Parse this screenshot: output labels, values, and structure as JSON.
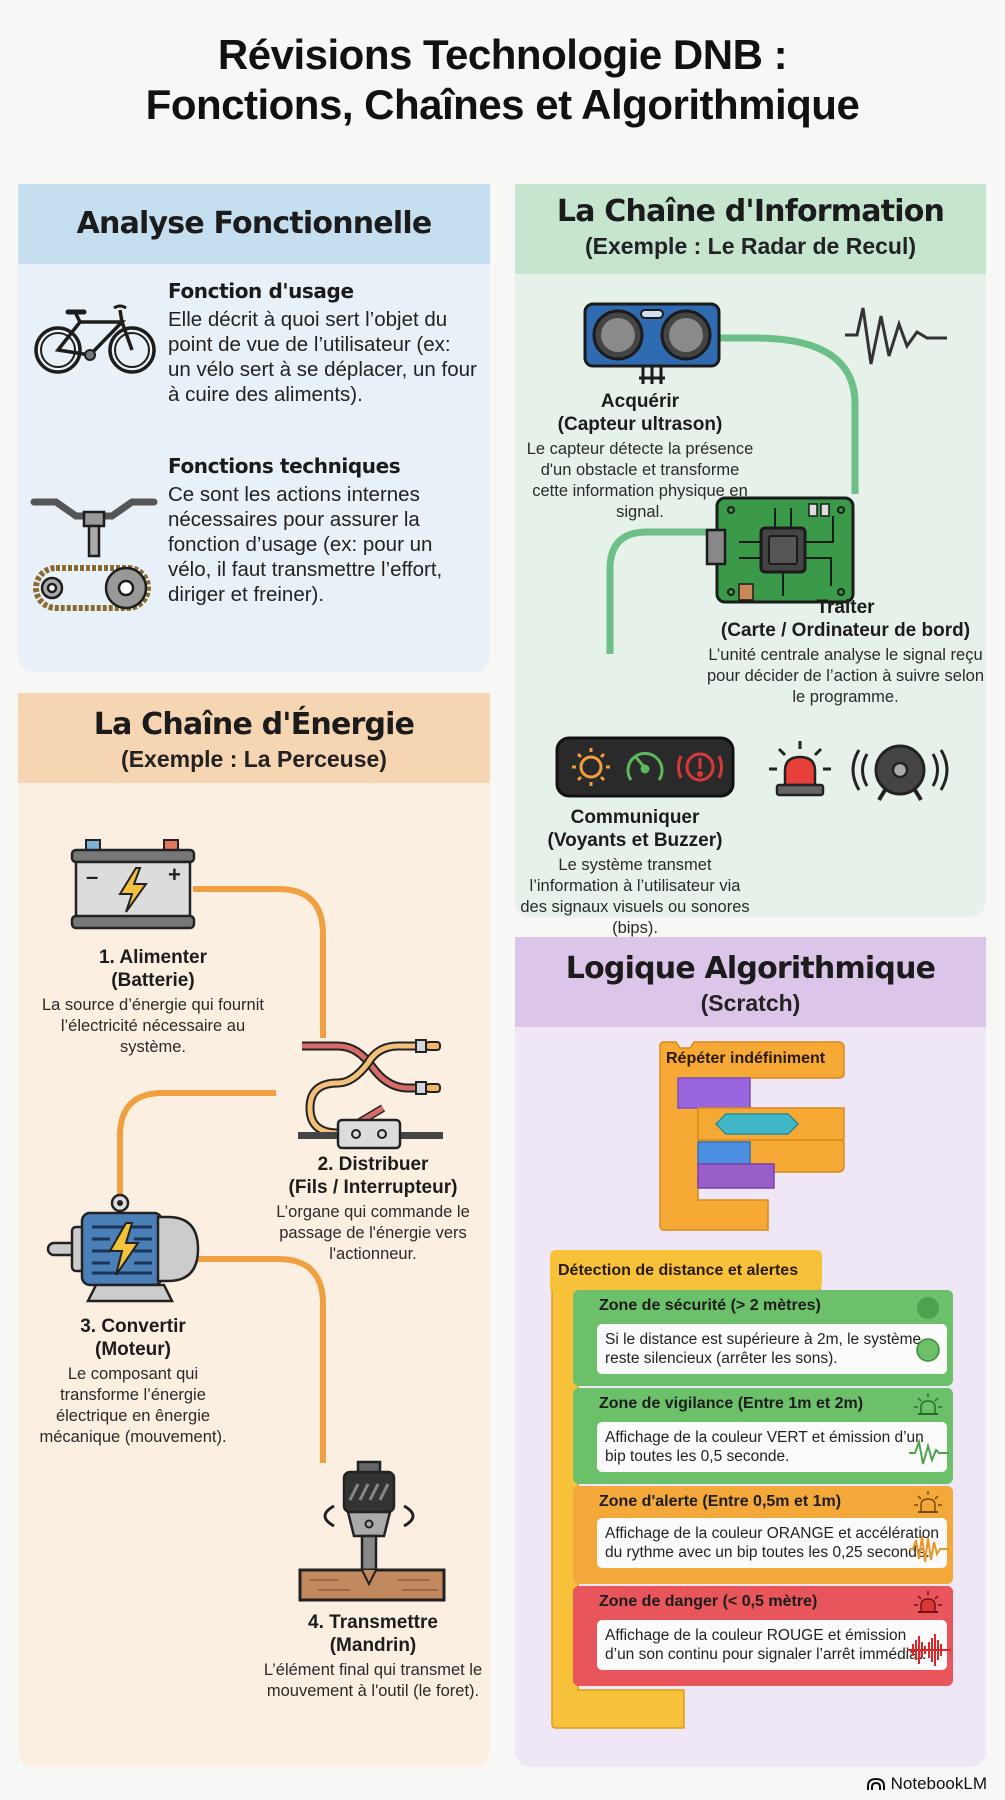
{
  "title": {
    "line1": "Révisions Technologie DNB :",
    "line2": "Fonctions, Chaînes et Algorithmique"
  },
  "analyse": {
    "heading": "Analyse Fonctionnelle",
    "items": [
      {
        "icon": "bicycle-icon",
        "title": "Fonction d'usage",
        "text": "Elle décrit à quoi sert l’objet du point de vue de l’utilisateur (ex: un vélo sert à se déplacer, un four à cuire des aliments)."
      },
      {
        "icon": "handlebar-chain-icon",
        "title": "Fonctions techniques",
        "text": "Ce sont les actions internes nécessaires pour assurer la fonction d’usage (ex: pour un vélo, il faut transmettre l’effort, diriger et freiner)."
      }
    ]
  },
  "energie": {
    "heading": "La Chaîne d'Énergie",
    "subheading": "(Exemple : La Perceuse)",
    "line_color": "#f0a040",
    "steps": [
      {
        "icon": "battery-icon",
        "title": "1. Alimenter",
        "subtitle": "(Batterie)",
        "text": "La source d’énergie qui fournit l’électricité nécessaire au système."
      },
      {
        "icon": "wires-switch-icon",
        "title": "2. Distribuer",
        "subtitle": "(Fils / Interrupteur)",
        "text": "L’organe qui commande le passage de l'énergie vers l'actionneur."
      },
      {
        "icon": "motor-icon",
        "title": "3. Convertir",
        "subtitle": "(Moteur)",
        "text": "Le composant qui transforme l’énergie électrique en ênergie mécanique (mouvement)."
      },
      {
        "icon": "drill-chuck-icon",
        "title": "4. Transmettre",
        "subtitle": "(Mandrin)",
        "text": "L’élément final qui transmet le mouvement à l'outil (le foret)."
      }
    ]
  },
  "information": {
    "heading": "La Chaîne d'Information",
    "subheading": "(Exemple : Le Radar de Recul)",
    "line_color": "#6cbf86",
    "steps": [
      {
        "icon": "ultrasonic-sensor-icon",
        "title": "Acquérir",
        "subtitle": "(Capteur ultrason)",
        "text": "Le capteur détecte la présence d'un obstacle et transforme cette information physique en signal."
      },
      {
        "icon": "circuit-board-icon",
        "title": "Traiter",
        "subtitle": "(Carte / Ordinateur de bord)",
        "text": "L’unité centrale analyse le signal reçu pour décider de l’action à suivre selon le programme."
      },
      {
        "icon": "dashboard-lights-icon",
        "title": "Communiquer",
        "subtitle": "(Voyants et Buzzer)",
        "text": "Le système transmet l’information à l’utilisateur via des signaux visuels ou sonores (bips)."
      }
    ],
    "extra_icons": [
      "signal-wave-icon",
      "siren-icon",
      "buzzer-icon"
    ]
  },
  "algo": {
    "heading": "Logique Algorithmique",
    "subheading": "(Scratch)",
    "loop_label": "Répéter indéfiniment",
    "detect_label": "Détection de distance et alertes",
    "zones": [
      {
        "title": "Zone de sécurité (> 2 mètres)",
        "text": "Si le distance est supérieure à 2m, le système reste silencieux (arrêter les sons).",
        "color": "#6cc06a",
        "icon": "green-dot-icon"
      },
      {
        "title": "Zone de vigilance (Entre 1m et 2m)",
        "text": "Affichage de la couleur VERT et émission d’un bip toutes les 0,5 seconde.",
        "color": "#6cc06a",
        "icon": "green-wave-icon"
      },
      {
        "title": "Zone d'alerte (Entre 0,5m et 1m)",
        "text": "Affichage de la couleur ORANGE et accélération du rythme avec un bip toutes les 0,25 seconde.",
        "color": "#f5a83a",
        "icon": "orange-wave-icon"
      },
      {
        "title": "Zone de danger (< 0,5 mètre)",
        "text": "Affichage de la couleur ROUGE et émission d’un son continu pour signaler l’arrêt immédiat.",
        "color": "#e8555a",
        "icon": "red-wave-icon"
      }
    ]
  },
  "footer": {
    "brand": "NotebookLM"
  }
}
